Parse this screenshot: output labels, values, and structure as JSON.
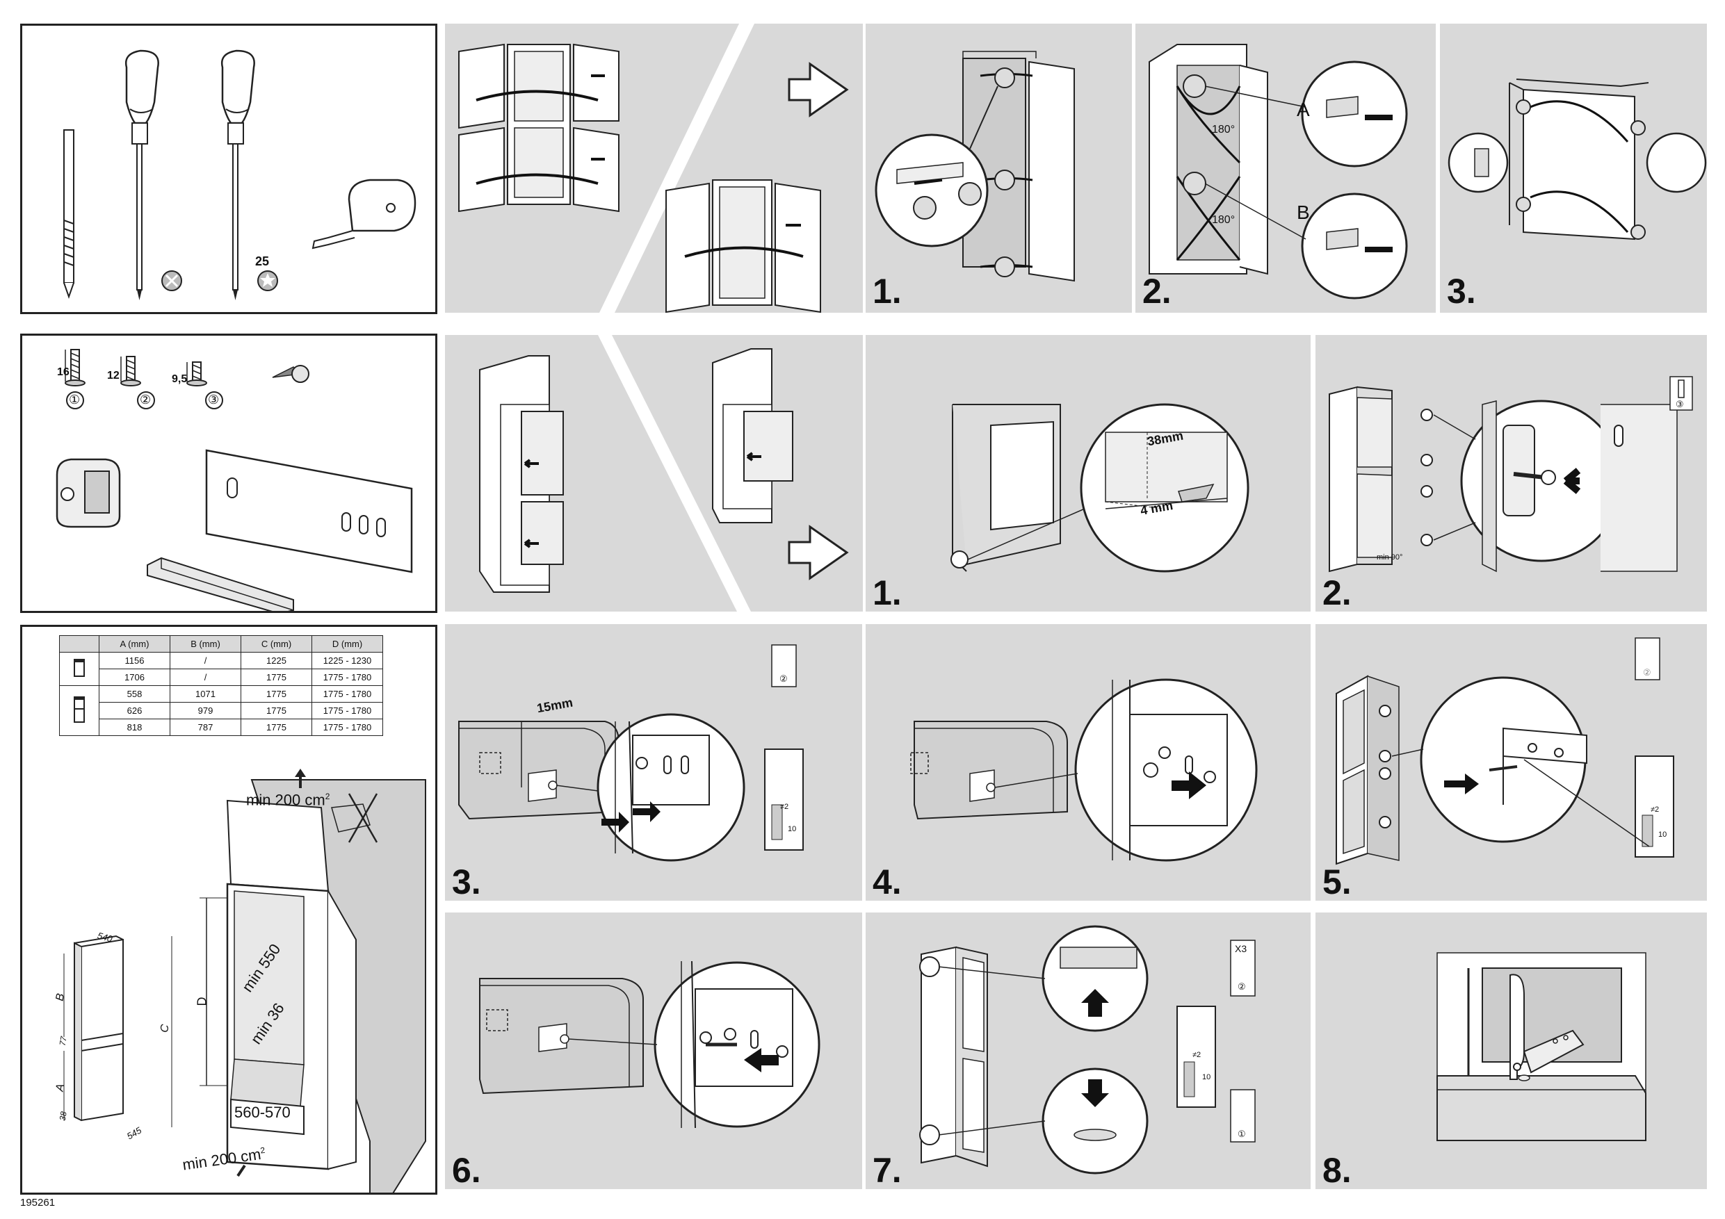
{
  "tools_panel": {
    "torx_label": "25"
  },
  "parts_panel": {
    "screw_1_length": "16",
    "screw_2_length": "12",
    "screw_3_length": "9,5",
    "screw_1_id": "①",
    "screw_2_id": "②",
    "screw_3_id": "③"
  },
  "dimensions_table": {
    "headers": [
      "",
      "A (mm)",
      "B (mm)",
      "C (mm)",
      "D (mm)"
    ],
    "rows": [
      [
        "1156",
        "/",
        "1225",
        "1225 - 1230"
      ],
      [
        "1706",
        "/",
        "1775",
        "1775 - 1780"
      ],
      [
        "558",
        "1071",
        "1775",
        "1775 - 1780"
      ],
      [
        "626",
        "979",
        "1775",
        "1775 - 1780"
      ],
      [
        "818",
        "787",
        "1775",
        "1775 - 1780"
      ]
    ]
  },
  "installation_drawing": {
    "vent_top": "min 200 cm",
    "vent_top_sup": "2",
    "vent_bottom": "min 200 cm",
    "vent_bottom_sup": "2",
    "depth_min": "min 550",
    "gap_min": "min 36",
    "width_range": "560-570",
    "label_d": "D",
    "label_c": "C",
    "label_a": "A",
    "label_b": "B",
    "dim_540": "540",
    "dim_545": "545",
    "dim_77": "77",
    "dim_38": "38"
  },
  "doc_id": "195261",
  "hinge_row": {
    "angle_label_1": "180°",
    "angle_label_2": "180°",
    "detail_a": "A",
    "detail_b": "B",
    "steps": [
      "1.",
      "2.",
      "3."
    ]
  },
  "mount_row": {
    "dim_38mm": "38mm",
    "dim_4mm": "4 mm",
    "min_angle": "min 90°",
    "screw_ref_3": "③",
    "steps": [
      "1.",
      "2."
    ]
  },
  "door_row": {
    "dim_15mm": "15mm",
    "screw_ref_2": "②",
    "gap_2": "≠2",
    "depth_10": "10",
    "steps": [
      "3.",
      "4.",
      "5."
    ]
  },
  "final_row": {
    "count_x3": "X3",
    "screw_ref_2": "②",
    "screw_ref_1": "①",
    "gap_2": "≠2",
    "depth_10": "10",
    "steps": [
      "6.",
      "7.",
      "8."
    ]
  }
}
